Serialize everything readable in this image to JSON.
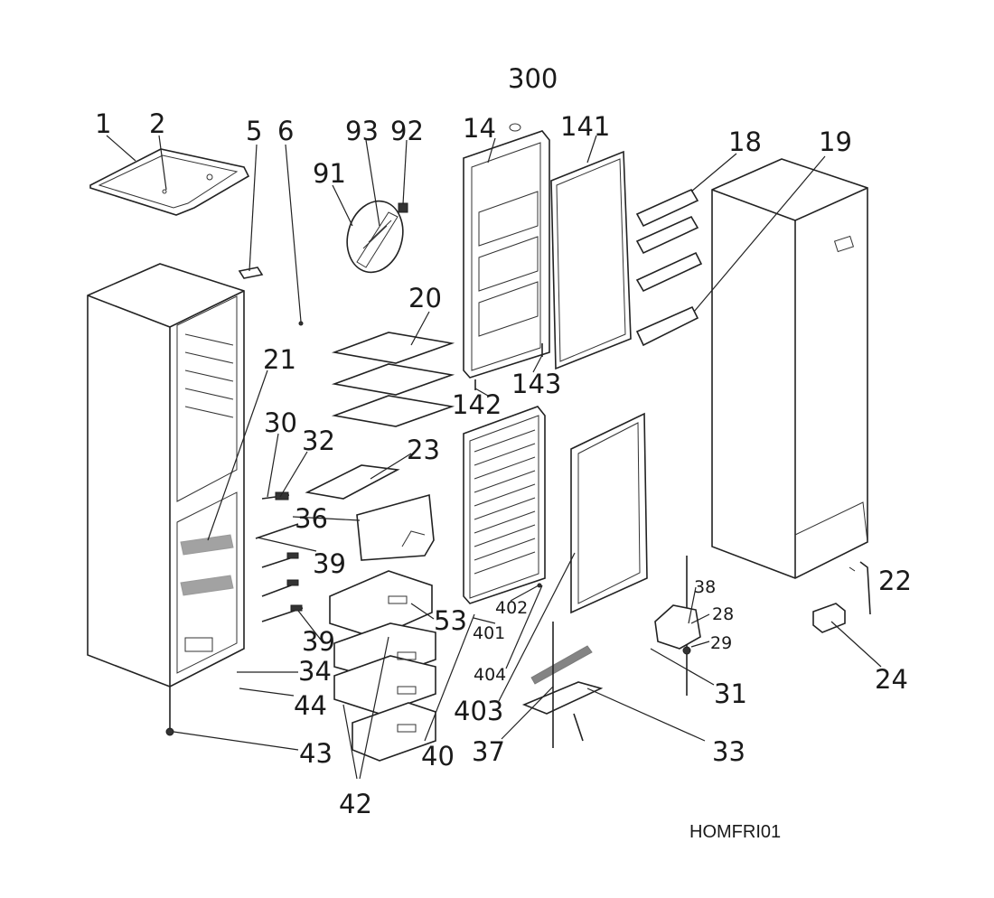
{
  "diagram_code": "HOMFRI01",
  "labels": {
    "l1": "1",
    "l2": "2",
    "l5": "5",
    "l6": "6",
    "l91": "91",
    "l93": "93",
    "l92": "92",
    "l300": "300",
    "l14": "14",
    "l141": "141",
    "l18": "18",
    "l19": "19",
    "l20": "20",
    "l21": "21",
    "l142": "142",
    "l143": "143",
    "l30": "30",
    "l32": "32",
    "l23": "23",
    "l36": "36",
    "l39a": "39",
    "l39b": "39",
    "l53": "53",
    "l34": "34",
    "l44": "44",
    "l43": "43",
    "l40": "40",
    "l42": "42",
    "l401": "401",
    "l402": "402",
    "l404": "404",
    "l403": "403",
    "l37": "37",
    "l33": "33",
    "l31": "31",
    "l38": "38",
    "l28": "28",
    "l29": "29",
    "l22": "22",
    "l24": "24"
  }
}
